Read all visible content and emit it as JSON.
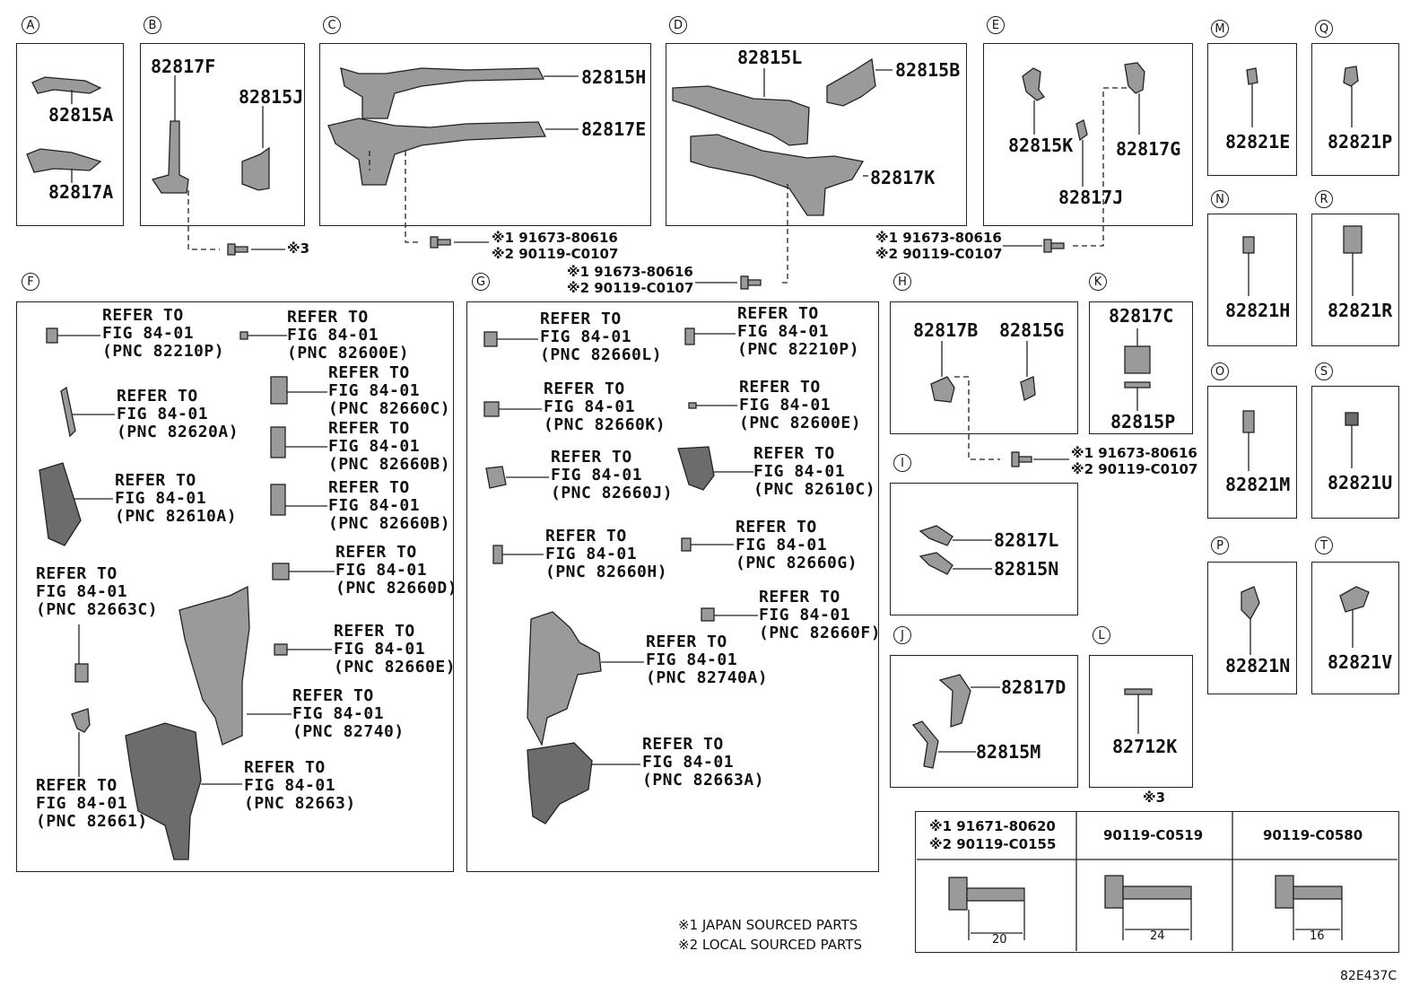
{
  "sections": {
    "A": {
      "circle": "A",
      "parts": [
        "82815A",
        "82817A"
      ]
    },
    "B": {
      "circle": "B",
      "parts": [
        "82817F",
        "82815J"
      ]
    },
    "C": {
      "circle": "C",
      "parts": [
        "82815H",
        "82817E"
      ]
    },
    "D": {
      "circle": "D",
      "parts": [
        "82815L",
        "82815B",
        "82817K"
      ]
    },
    "E": {
      "circle": "E",
      "parts": [
        "82815K",
        "82817G",
        "82817J"
      ]
    },
    "F": {
      "circle": "F"
    },
    "G": {
      "circle": "G"
    },
    "H": {
      "circle": "H",
      "parts": [
        "82817B",
        "82815G"
      ]
    },
    "I": {
      "circle": "I",
      "parts": [
        "82817L",
        "82815N"
      ]
    },
    "J": {
      "circle": "J",
      "parts": [
        "82817D",
        "82815M"
      ]
    },
    "K": {
      "circle": "K",
      "parts": [
        "82817C",
        "82815P"
      ]
    },
    "L": {
      "circle": "L",
      "parts": [
        "82712K"
      ]
    },
    "M": {
      "circle": "M",
      "parts": [
        "82821E"
      ]
    },
    "N": {
      "circle": "N",
      "parts": [
        "82821H"
      ]
    },
    "O": {
      "circle": "O",
      "parts": [
        "82821M"
      ]
    },
    "P": {
      "circle": "P",
      "parts": [
        "82821N"
      ]
    },
    "Q": {
      "circle": "Q",
      "parts": [
        "82821P"
      ]
    },
    "R": {
      "circle": "R",
      "parts": [
        "82821R"
      ]
    },
    "S": {
      "circle": "S",
      "parts": [
        "82821U"
      ]
    },
    "T": {
      "circle": "T",
      "parts": [
        "82821V"
      ]
    }
  },
  "bolt_callouts": {
    "b_mark": "※3",
    "c_line1": "※1 91673-80616",
    "c_line2": "※2 90119-C0107",
    "d_line1": "※1 91673-80616",
    "d_line2": "※2 90119-C0107",
    "e_line1": "※1 91673-80616",
    "e_line2": "※2 90119-C0107",
    "h_line1": "※1 91673-80616",
    "h_line2": "※2 90119-C0107"
  },
  "refer_F": [
    "REFER TO\nFIG 84-01\n(PNC 82210P)",
    "REFER TO\nFIG 84-01\n(PNC 82600E)",
    "REFER TO\nFIG 84-01\n(PNC 82660C)",
    "REFER TO\nFIG 84-01\n(PNC 82620A)",
    "REFER TO\nFIG 84-01\n(PNC 82660B)",
    "REFER TO\nFIG 84-01\n(PNC 82610A)",
    "REFER TO\nFIG 84-01\n(PNC 82660B)",
    "REFER TO\nFIG 84-01\n(PNC 82660D)",
    "REFER TO\nFIG 84-01\n(PNC 82663C)",
    "REFER TO\nFIG 84-01\n(PNC 82660E)",
    "REFER TO\nFIG 84-01\n(PNC 82740)",
    "REFER TO\nFIG 84-01\n(PNC 82663)",
    "REFER TO\nFIG 84-01\n(PNC 82661)"
  ],
  "refer_G": [
    "REFER TO\nFIG 84-01\n(PNC 82660L)",
    "REFER TO\nFIG 84-01\n(PNC 82210P)",
    "REFER TO\nFIG 84-01\n(PNC 82660K)",
    "REFER TO\nFIG 84-01\n(PNC 82600E)",
    "REFER TO\nFIG 84-01\n(PNC 82660J)",
    "REFER TO\nFIG 84-01\n(PNC 82610C)",
    "REFER TO\nFIG 84-01\n(PNC 82660H)",
    "REFER TO\nFIG 84-01\n(PNC 82660G)",
    "REFER TO\nFIG 84-01\n(PNC 82660F)",
    "REFER TO\nFIG 84-01\n(PNC 82740A)",
    "REFER TO\nFIG 84-01\n(PNC 82663A)"
  ],
  "bolt_table": {
    "mark": "※3",
    "col1_line1": "※1 91671-80620",
    "col1_line2": "※2 90119-C0155",
    "col2": "90119-C0519",
    "col3": "90119-C0580",
    "len1": "20",
    "len2": "24",
    "len3": "16"
  },
  "notes": {
    "n1": "※1 JAPAN SOURCED PARTS",
    "n2": "※2 LOCAL SOURCED PARTS"
  },
  "figure_code": "82E437C"
}
